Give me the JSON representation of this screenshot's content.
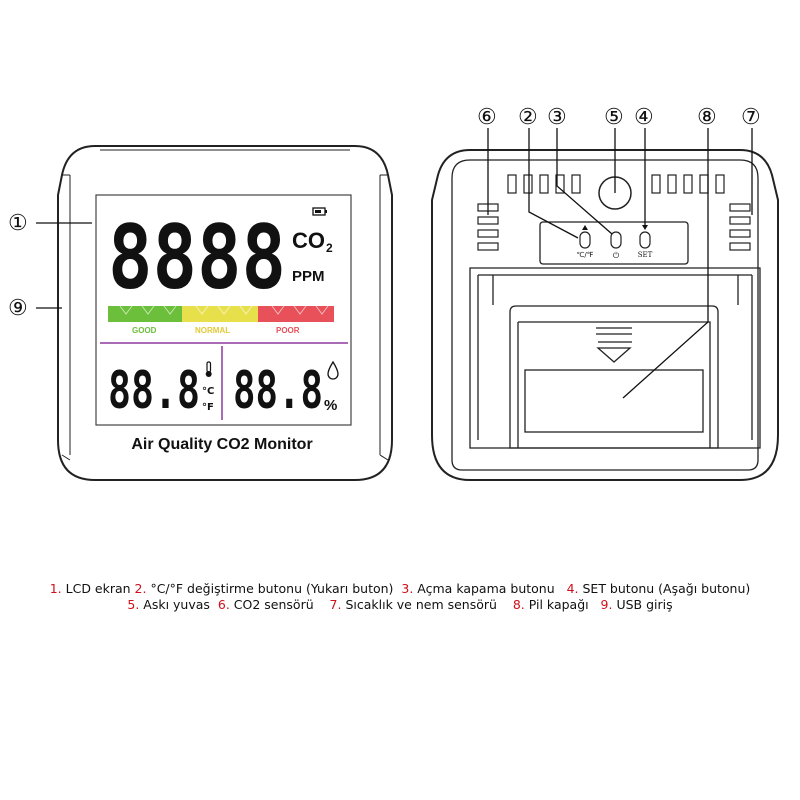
{
  "front": {
    "co2_digits": "8888",
    "co2_label": "CO",
    "co2_sub": "2",
    "ppm_label": "PPM",
    "bar_labels": {
      "good": "GOOD",
      "normal": "NORMAL",
      "poor": "POOR"
    },
    "temp_digits": "88.8",
    "temp_unit_c": "°C",
    "temp_unit_f": "°F",
    "hum_digits": "88.8",
    "hum_unit": "%",
    "product_title": "Air Quality CO2 Monitor",
    "callouts": [
      "①",
      "⑨"
    ]
  },
  "back": {
    "callouts": [
      "⑥",
      "②",
      "③",
      "⑤",
      "④",
      "⑧",
      "⑦"
    ],
    "button_labels": {
      "cf": "℃/℉",
      "power": "⏻",
      "set": "SET"
    }
  },
  "colors": {
    "good": "#6bbf3a",
    "normal": "#e7e04a",
    "poor": "#e8505a",
    "divider": "#8e3a9e",
    "legend_number": "#d0101a"
  },
  "legend": {
    "line1": [
      {
        "n": "1.",
        "t": " LCD ekran "
      },
      {
        "n": "2.",
        "t": " °C/°F değiştirme butonu (Yukarı buton)  "
      },
      {
        "n": "3.",
        "t": " Açma kapama butonu   "
      },
      {
        "n": "4.",
        "t": " SET butonu (Aşağı butonu)"
      }
    ],
    "line2": [
      {
        "n": "5.",
        "t": " Askı yuvas  "
      },
      {
        "n": "6.",
        "t": " CO2 sensörü    "
      },
      {
        "n": "7.",
        "t": " Sıcaklık ve nem sensörü    "
      },
      {
        "n": "8.",
        "t": " Pil kapağı   "
      },
      {
        "n": "9.",
        "t": " USB giriş"
      }
    ]
  }
}
